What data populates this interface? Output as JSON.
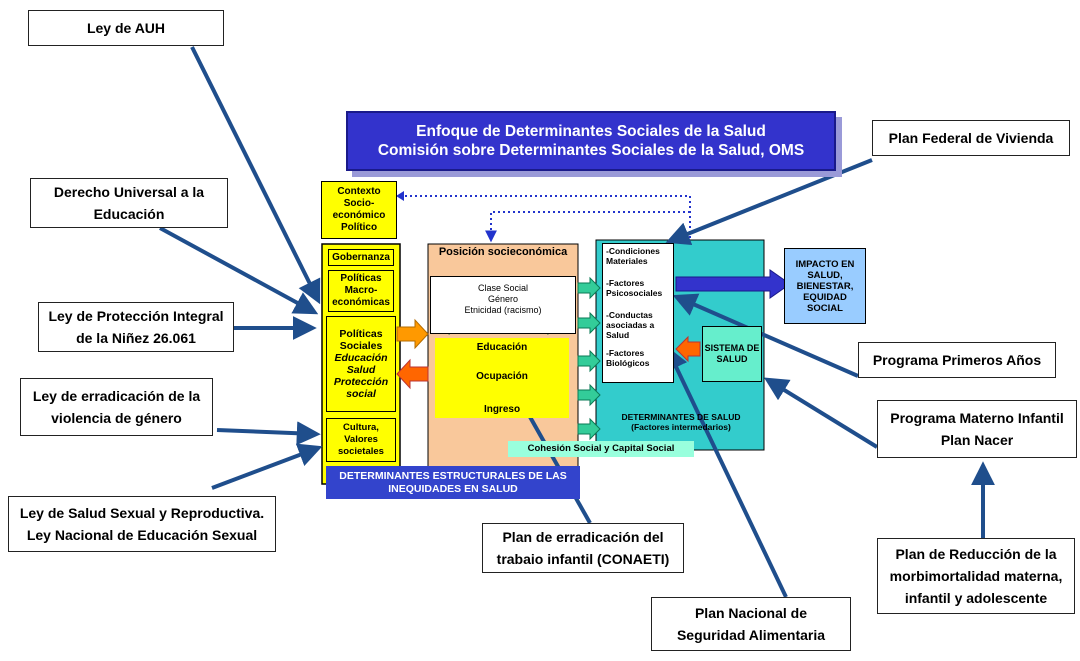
{
  "title": {
    "line1": "Enfoque de Determinantes Sociales de la Salud",
    "line2": "Comisión sobre Determinantes Sociales de la Salud, OMS"
  },
  "contexto": "Contexto Socio-económico Político",
  "estructural": {
    "gobernanza": "Gobernanza",
    "macro": "Políticas Macro-económicas",
    "sociales_title": "Políticas Sociales",
    "sociales_items": [
      "Educación",
      "Salud",
      "Protección social"
    ],
    "cultura": "Cultura, Valores societales",
    "footer": "DETERMINANTES ESTRUCTURALES DE LAS INEQUIDADES EN SALUD"
  },
  "posicion": {
    "title": "Posición socieconómica",
    "white_lines": [
      "Clase Social",
      "Género",
      "Etnicidad (racismo)"
    ],
    "educacion": "Educación",
    "ocupacion": "Ocupación",
    "ingreso": "Ingreso"
  },
  "intermedios": {
    "items": [
      "-Condiciones Materiales",
      "-Factores Psicosociales",
      "-Conductas asociadas a Salud",
      "-Factores Biológicos"
    ],
    "sistema": "SISTEMA DE SALUD",
    "footer_line1": "DETERMINANTES DE SALUD",
    "footer_line2": "(Factores intermedarios)"
  },
  "cohesion": "Cohesión Social y Capital Social",
  "impacto": "IMPACTO EN SALUD, BIENESTAR, EQUIDAD SOCIAL",
  "policies": {
    "auh": "Ley de AUH",
    "educacion": [
      "Derecho Universal a la",
      "Educación"
    ],
    "ninez": [
      "Ley de Protección Integral",
      "de la Niñez 26.061"
    ],
    "violencia": [
      "Ley de erradicación de la",
      "violencia de género"
    ],
    "salud_sexual": [
      "Ley de Salud Sexual y Reproductiva.",
      "Ley Nacional de Educación Sexual"
    ],
    "conaeti": [
      "Plan de erradicación del",
      "trabaio infantil (CONAETI)"
    ],
    "alimentaria": [
      "Plan Nacional de",
      "Seguridad Alimentaria"
    ],
    "vivienda": "Plan Federal de Vivienda",
    "primeros": "Programa Primeros Años",
    "materno": [
      "Programa Materno Infantil",
      "Plan Nacer"
    ],
    "reduccion": [
      "Plan de Reducción de la",
      "morbimortalidad materna,",
      "infantil y adolescente"
    ]
  },
  "colors": {
    "title_bg": "#3333cc",
    "yellow": "#ffff00",
    "peach": "#f9c89b",
    "teal": "#33cccc",
    "arrow_navy": "#1f4e8c",
    "light_blue": "#99ccff"
  }
}
